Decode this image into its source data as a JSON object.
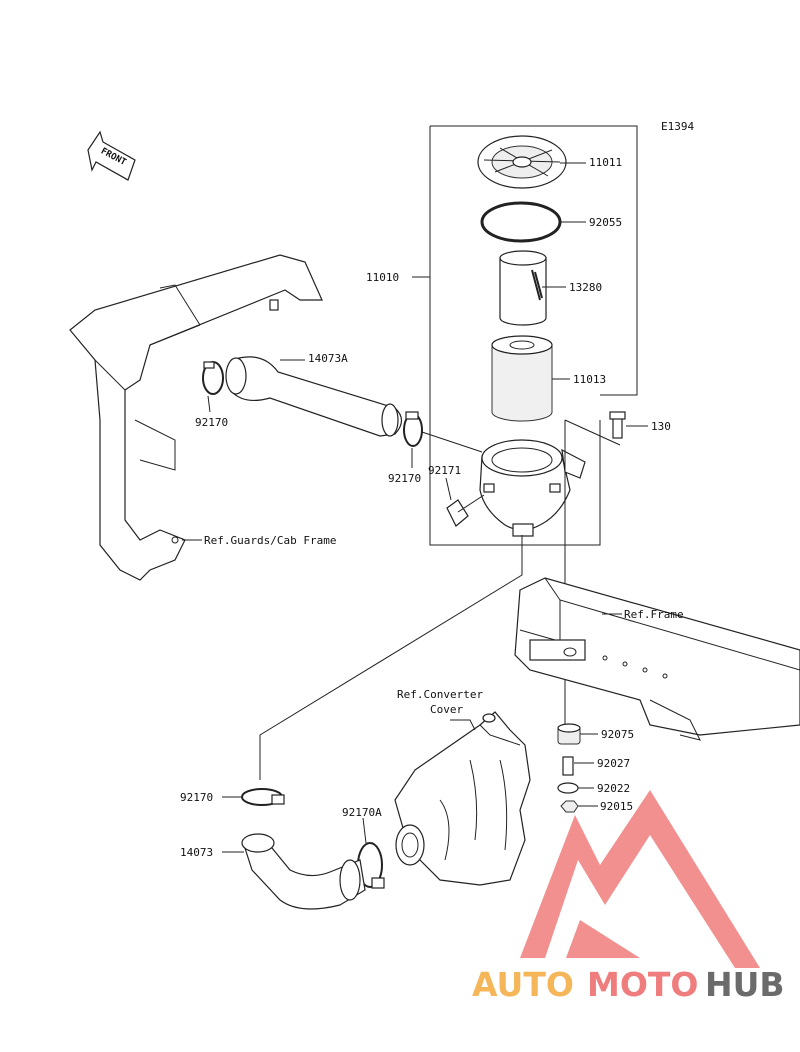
{
  "diagram_code": "E1394",
  "front_arrow_label": "FRONT",
  "parts": {
    "p11011": "11011",
    "p92055": "92055",
    "p11010": "11010",
    "p13280": "13280",
    "p11013": "11013",
    "p14073A": "14073A",
    "p130": "130",
    "p92170_left": "92170",
    "p92170_mid": "92170",
    "p92171": "92171",
    "p92170_low": "92170",
    "p92170A": "92170A",
    "p14073": "14073",
    "p92075": "92075",
    "p92027": "92027",
    "p92022": "92022",
    "p92015": "92015"
  },
  "refs": {
    "guards": "Ref.Guards/Cab Frame",
    "frame": "Ref.Frame",
    "converter_line1": "Ref.Converter",
    "converter_line2": "Cover"
  },
  "watermark": {
    "part1": "AUTO",
    "part2": "MOTO",
    "part3": "HUB",
    "color1": "#f5b65a",
    "color2": "#f07d7d",
    "color3": "#6b6b6b",
    "triangle_color": "#f07d7d"
  }
}
